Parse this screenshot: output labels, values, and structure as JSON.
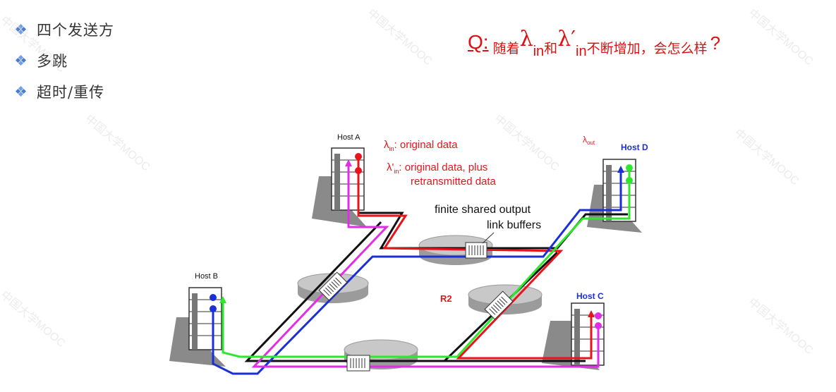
{
  "bullets": [
    "四个发送方",
    "多跳",
    "超时/重传"
  ],
  "question": {
    "label": "Q:",
    "pre": "随着",
    "lambda1": "λ",
    "sub1": "in",
    "and": "和",
    "lambda2": "λ′",
    "sub2": "in",
    "post": "不断增加，会怎么样",
    "mark": "?"
  },
  "diagram": {
    "host_a": "Host A",
    "host_b": "Host B",
    "host_c": "Host C",
    "host_d": "Host D",
    "lambda_in_sym": "λ",
    "lambda_in_sub": "in",
    "lambda_in_desc": ": original data",
    "lambda_in2_sym": "λ'",
    "lambda_in2_sub": "in",
    "lambda_in2_desc1": ": original data, plus",
    "lambda_in2_desc2": "retransmitted data",
    "lambda_out_sym": "λ",
    "lambda_out_sub": "out",
    "buffers_line1": "finite shared output",
    "buffers_line2": "link buffers",
    "router_label": "R2",
    "watermark": "中国大学MOOC"
  },
  "colors": {
    "red": "#e8141c",
    "blue": "#1a2fd6",
    "magenta": "#e12ee6",
    "green": "#2ee82e",
    "black": "#111111",
    "title_red": "#e01010",
    "bullet_blue": "#4a7bd0"
  }
}
